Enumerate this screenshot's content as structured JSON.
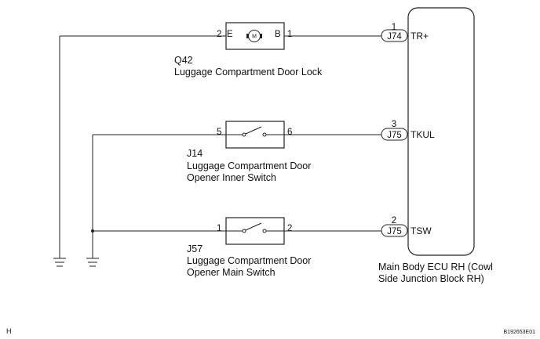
{
  "components": {
    "lock": {
      "code": "Q42",
      "name": "Luggage Compartment Door Lock",
      "pin_left_num": "2",
      "pin_left_name": "E",
      "pin_right_name": "B",
      "pin_right_num": "1",
      "motor_symbol": "M"
    },
    "inner_switch": {
      "code": "J14",
      "name_line1": "Luggage Compartment Door",
      "name_line2": "Opener Inner Switch",
      "pin_left": "5",
      "pin_right": "6"
    },
    "main_switch": {
      "code": "J57",
      "name_line1": "Luggage Compartment Door",
      "name_line2": "Opener Main Switch",
      "pin_left": "1",
      "pin_right": "2"
    }
  },
  "ecu": {
    "name_line1": "Main Body ECU RH (Cowl",
    "name_line2": "Side Junction Block RH)",
    "terminals": [
      {
        "pin": "1",
        "connector": "J74",
        "signal": "TR+"
      },
      {
        "pin": "3",
        "connector": "J75",
        "signal": "TKUL"
      },
      {
        "pin": "2",
        "connector": "J75",
        "signal": "TSW"
      }
    ]
  },
  "footer": {
    "left": "H",
    "right": "B192653E01"
  }
}
